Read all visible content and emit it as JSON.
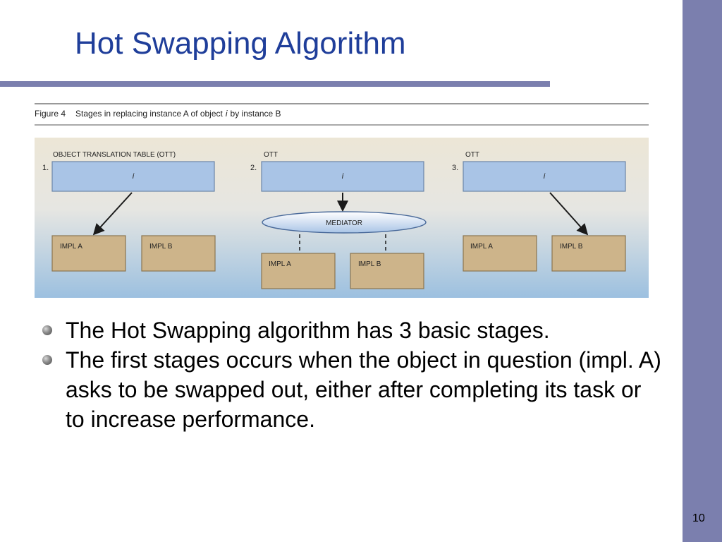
{
  "slide": {
    "title": "Hot Swapping Algorithm",
    "page_number": "10"
  },
  "figure": {
    "caption_label": "Figure 4",
    "caption_pre": "Stages in replacing instance A of object",
    "caption_italic": "i",
    "caption_post": "by instance B",
    "stages": [
      {
        "number": "1.",
        "table_label": "OBJECT TRANSLATION TABLE (OTT)",
        "table_entry": "i",
        "impl_a": "IMPL A",
        "impl_b": "IMPL B"
      },
      {
        "number": "2.",
        "table_label": "OTT",
        "table_entry": "i",
        "mediator": "MEDIATOR",
        "impl_a": "IMPL A",
        "impl_b": "IMPL B"
      },
      {
        "number": "3.",
        "table_label": "OTT",
        "table_entry": "i",
        "impl_a": "IMPL A",
        "impl_b": "IMPL B"
      }
    ],
    "colors": {
      "table_fill": "#a9c4e6",
      "impl_fill": "#cdb48a",
      "background_top": "#ece6d6",
      "background_bottom": "#9cc0e0"
    }
  },
  "bullets": [
    "The Hot Swapping algorithm has 3 basic stages.",
    "The first stages occurs when the object in question (impl. A) asks to be swapped out, either after completing its task or to increase performance."
  ]
}
